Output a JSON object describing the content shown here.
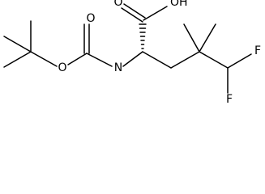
{
  "molecule": {
    "atoms": {
      "carbonyl_oxygen_top": "O",
      "hydroxyl": "OH",
      "carbamate_carbonyl_oxygen": "O",
      "ester_oxygen": "O",
      "nitrogen": "N",
      "fluorine_right": "F",
      "fluorine_bottom": "F"
    },
    "stereo": {
      "alpha_carbon_bond": "hashed wedge"
    }
  }
}
